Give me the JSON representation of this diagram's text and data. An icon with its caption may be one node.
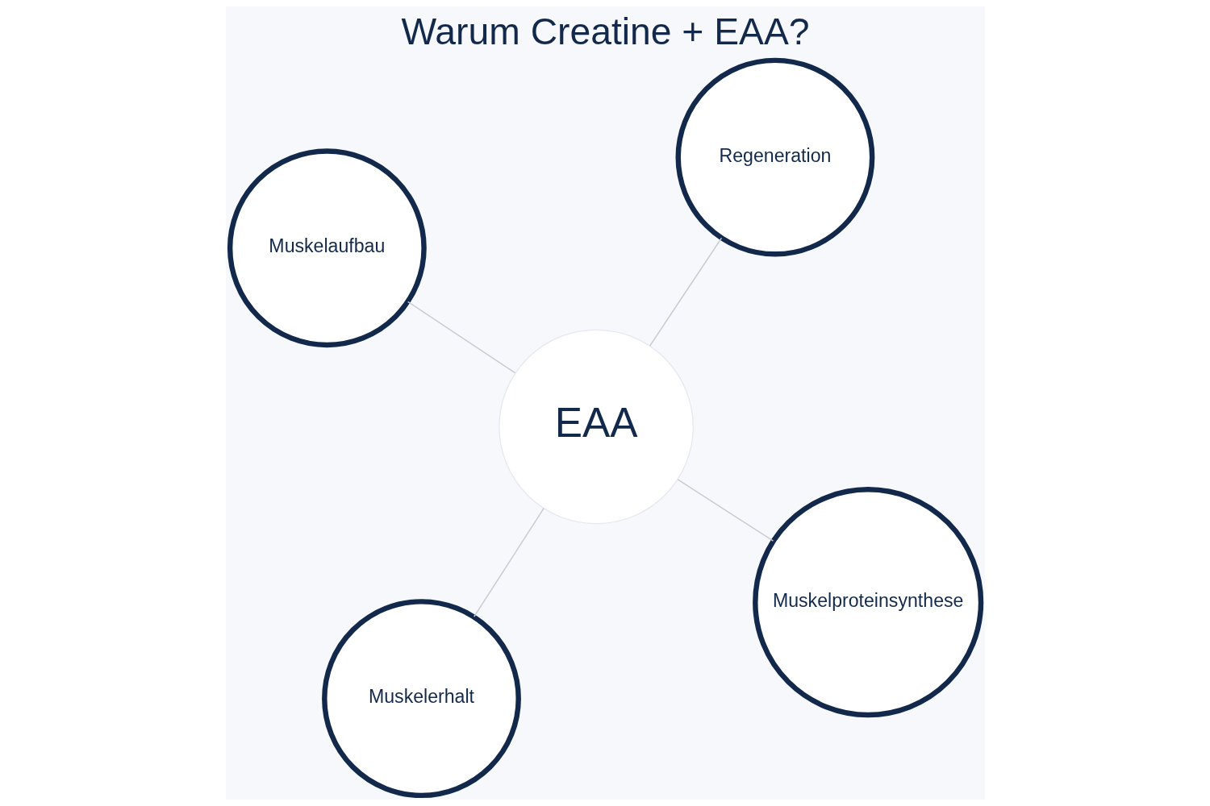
{
  "diagram": {
    "title": "Warum Creatine + EAA?",
    "nodes": [
      {
        "text": [
          "EAA"
        ]
      },
      {
        "text": [
          "Muskelproteinsynthese"
        ]
      },
      {
        "text": [
          "Muskelerhalt"
        ]
      },
      {
        "text": [
          "Muskelaufbau"
        ]
      },
      {
        "text": [
          "Regeneration"
        ]
      }
    ],
    "edges": [
      {
        "from": 0,
        "to": 1,
        "arrow": "none"
      },
      {
        "from": 0,
        "to": 2,
        "arrow": "none"
      },
      {
        "from": 0,
        "to": 3,
        "arrow": "none"
      },
      {
        "from": 0,
        "to": 4,
        "arrow": "none"
      }
    ]
  }
}
